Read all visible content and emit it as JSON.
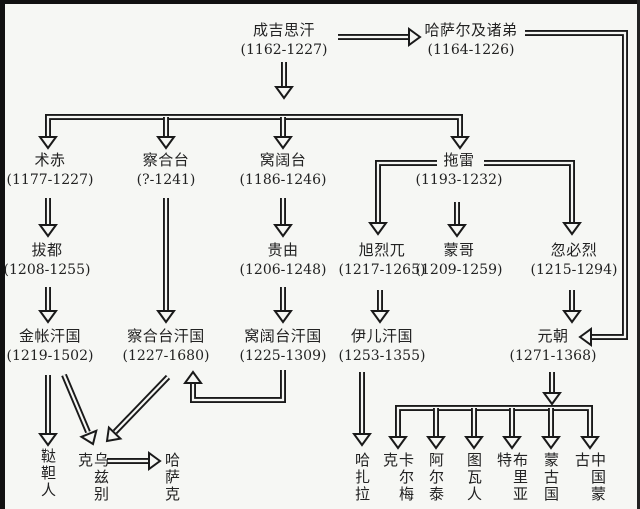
{
  "title": "成吉思汗家族及后裔谱系",
  "nodes": {
    "genghis": {
      "name": "成吉思汗",
      "dates": "(1162-1227)"
    },
    "hasar": {
      "name": "哈萨尔及诸弟",
      "dates": "(1164-1226)"
    },
    "jochi": {
      "name": "术赤",
      "dates": "(1177-1227)"
    },
    "chagatai": {
      "name": "察合台",
      "dates": "(?-1241)"
    },
    "ogedei": {
      "name": "窝阔台",
      "dates": "(1186-1246)"
    },
    "tolui": {
      "name": "拖雷",
      "dates": "(1193-1232)"
    },
    "batu": {
      "name": "拔都",
      "dates": "(1208-1255)"
    },
    "guyuk": {
      "name": "贵由",
      "dates": "(1206-1248)"
    },
    "hulagu": {
      "name": "旭烈兀",
      "dates": "(1217-1265)"
    },
    "mongke": {
      "name": "蒙哥",
      "dates": "(1209-1259)"
    },
    "kublai": {
      "name": "忽必烈",
      "dates": "(1215-1294)"
    },
    "golden_horde": {
      "name": "金帐汗国",
      "dates": "(1219-1502)"
    },
    "chagatai_khanate": {
      "name": "察合台汗国",
      "dates": "(1227-1680)"
    },
    "ogedei_khanate": {
      "name": "窝阔台汗国",
      "dates": "(1225-1309)"
    },
    "ilkhanate": {
      "name": "伊儿汗国",
      "dates": "(1253-1355)"
    },
    "yuan": {
      "name": "元朝",
      "dates": "(1271-1368)"
    }
  },
  "descendants": [
    {
      "id": "tatars",
      "label": "鞑靼人"
    },
    {
      "id": "uzbeks",
      "label": "乌兹别克"
    },
    {
      "id": "kazakhs",
      "label": "哈萨克"
    },
    {
      "id": "hazaras",
      "label": "哈扎拉"
    },
    {
      "id": "kalmyks",
      "label": "卡尔梅克"
    },
    {
      "id": "altai",
      "label": "阿尔泰"
    },
    {
      "id": "tuvans",
      "label": "图瓦人"
    },
    {
      "id": "buryats",
      "label": "布里亚特"
    },
    {
      "id": "mongolia",
      "label": "蒙古国"
    },
    {
      "id": "inner_mongolia",
      "label": "中国蒙古"
    }
  ],
  "colors": {
    "line": "#1a1a1a",
    "background": "#f6f7f4",
    "text": "#222222"
  }
}
